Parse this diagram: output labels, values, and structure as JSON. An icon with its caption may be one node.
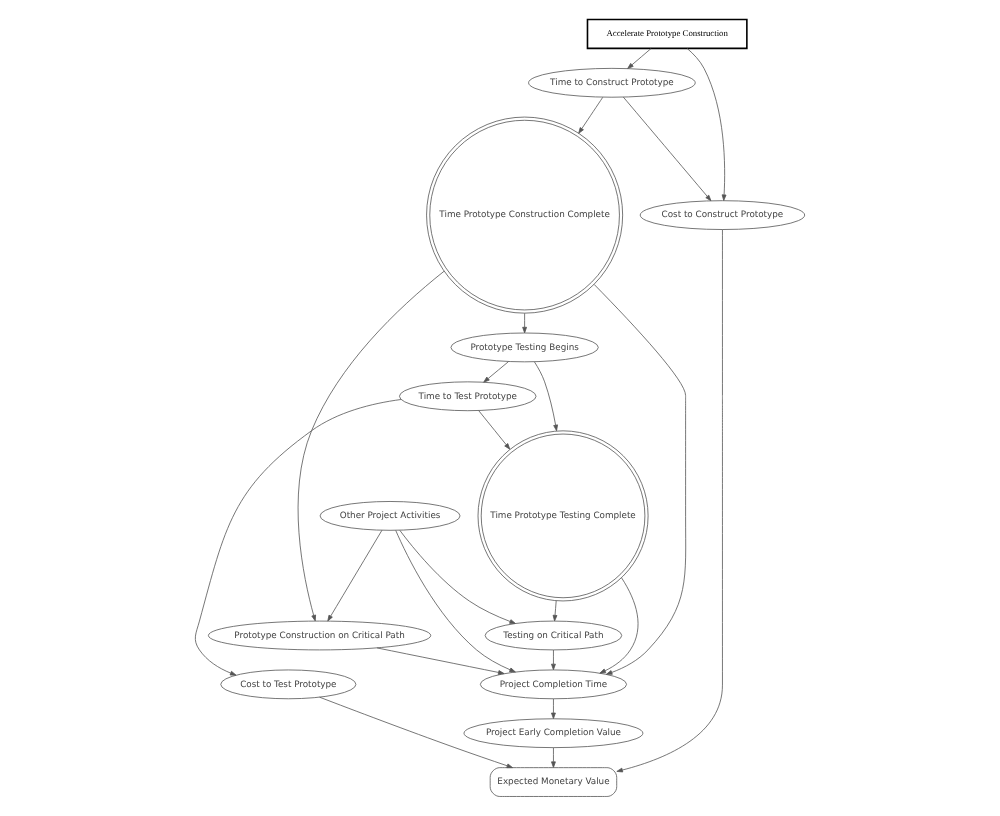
{
  "diagram": {
    "nodes": [
      {
        "text": [
          "Accelerate Prototype Construction"
        ]
      },
      {
        "text": [
          "Time to Construct Prototype"
        ]
      },
      {
        "text": [
          "Prototype Testing Begins"
        ]
      },
      {
        "text": [
          "Time to Test Prototype"
        ]
      },
      {
        "text": [
          "Cost to Test Prototype"
        ]
      },
      {
        "text": [
          "Cost to Construct Prototype"
        ]
      },
      {
        "text": [
          "Time Prototype Construction Complete"
        ]
      },
      {
        "text": [
          "Time Prototype Testing Complete"
        ]
      },
      {
        "text": [
          "Prototype Construction on Critical Path"
        ]
      },
      {
        "text": [
          "Project Completion Time"
        ]
      },
      {
        "text": [
          "Testing on Critical Path"
        ]
      },
      {
        "text": [
          "Other Project Activities"
        ]
      },
      {
        "text": [
          "Expected Monetary Value"
        ]
      },
      {
        "text": [
          "Project Early Completion Value"
        ]
      }
    ],
    "edges": [
      {
        "from": 0,
        "to": 1,
        "arrow": "to"
      },
      {
        "from": 0,
        "to": 5,
        "arrow": "to"
      },
      {
        "from": 1,
        "to": 5,
        "arrow": "to"
      },
      {
        "from": 1,
        "to": 6,
        "arrow": "to"
      },
      {
        "from": 6,
        "to": 2,
        "arrow": "to"
      },
      {
        "from": 2,
        "to": 3,
        "arrow": "to"
      },
      {
        "from": 2,
        "to": 7,
        "arrow": "to"
      },
      {
        "from": 3,
        "to": 4,
        "arrow": "to"
      },
      {
        "from": 3,
        "to": 7,
        "arrow": "to"
      },
      {
        "from": 6,
        "to": 8,
        "arrow": "to"
      },
      {
        "from": 6,
        "to": 9,
        "arrow": "to"
      },
      {
        "from": 5,
        "to": 12,
        "arrow": "to"
      },
      {
        "from": 7,
        "to": 9,
        "arrow": "to"
      },
      {
        "from": 7,
        "to": 10,
        "arrow": "to"
      },
      {
        "from": 4,
        "to": 12,
        "arrow": "to"
      },
      {
        "from": 8,
        "to": 9,
        "arrow": "to"
      },
      {
        "from": 11,
        "to": 8,
        "arrow": "to"
      },
      {
        "from": 11,
        "to": 10,
        "arrow": "to"
      },
      {
        "from": 11,
        "to": 9,
        "arrow": "to"
      },
      {
        "from": 10,
        "to": 9,
        "arrow": "to"
      },
      {
        "from": 9,
        "to": 13,
        "arrow": "to"
      },
      {
        "from": 13,
        "to": 12,
        "arrow": "to"
      }
    ]
  }
}
